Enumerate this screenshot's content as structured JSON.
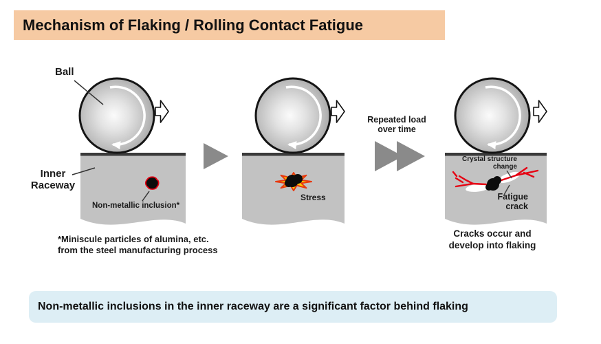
{
  "title": "Mechanism of Flaking / Rolling Contact Fatigue",
  "colors": {
    "title_bg": "#f6caa3",
    "raceway_gray": "#c2c2c2",
    "raceway_edge": "#3a3a3a",
    "transition_gray": "#8a8a8a",
    "crack_red": "#e60012",
    "burst_yellow": "#ffd100",
    "burst_orange": "#ff9000",
    "conclusion_bg": "#ddeef5"
  },
  "stage1": {
    "ball_label": "Ball",
    "raceway_label": "Inner\nRaceway",
    "inclusion_label": "Non-metallic inclusion*",
    "footnote": "*Miniscule particles of alumina, etc.\nfrom the steel manufacturing process"
  },
  "stage2": {
    "stress_label": "Stress"
  },
  "transition": {
    "label": "Repeated load\nover time"
  },
  "stage3": {
    "crystal_label": "Crystal structure\nchange",
    "fatigue_label": "Fatigue\ncrack",
    "caption": "Cracks occur and\ndevelop into flaking"
  },
  "conclusion": "Non-metallic inclusions in the inner raceway are a significant factor behind flaking"
}
